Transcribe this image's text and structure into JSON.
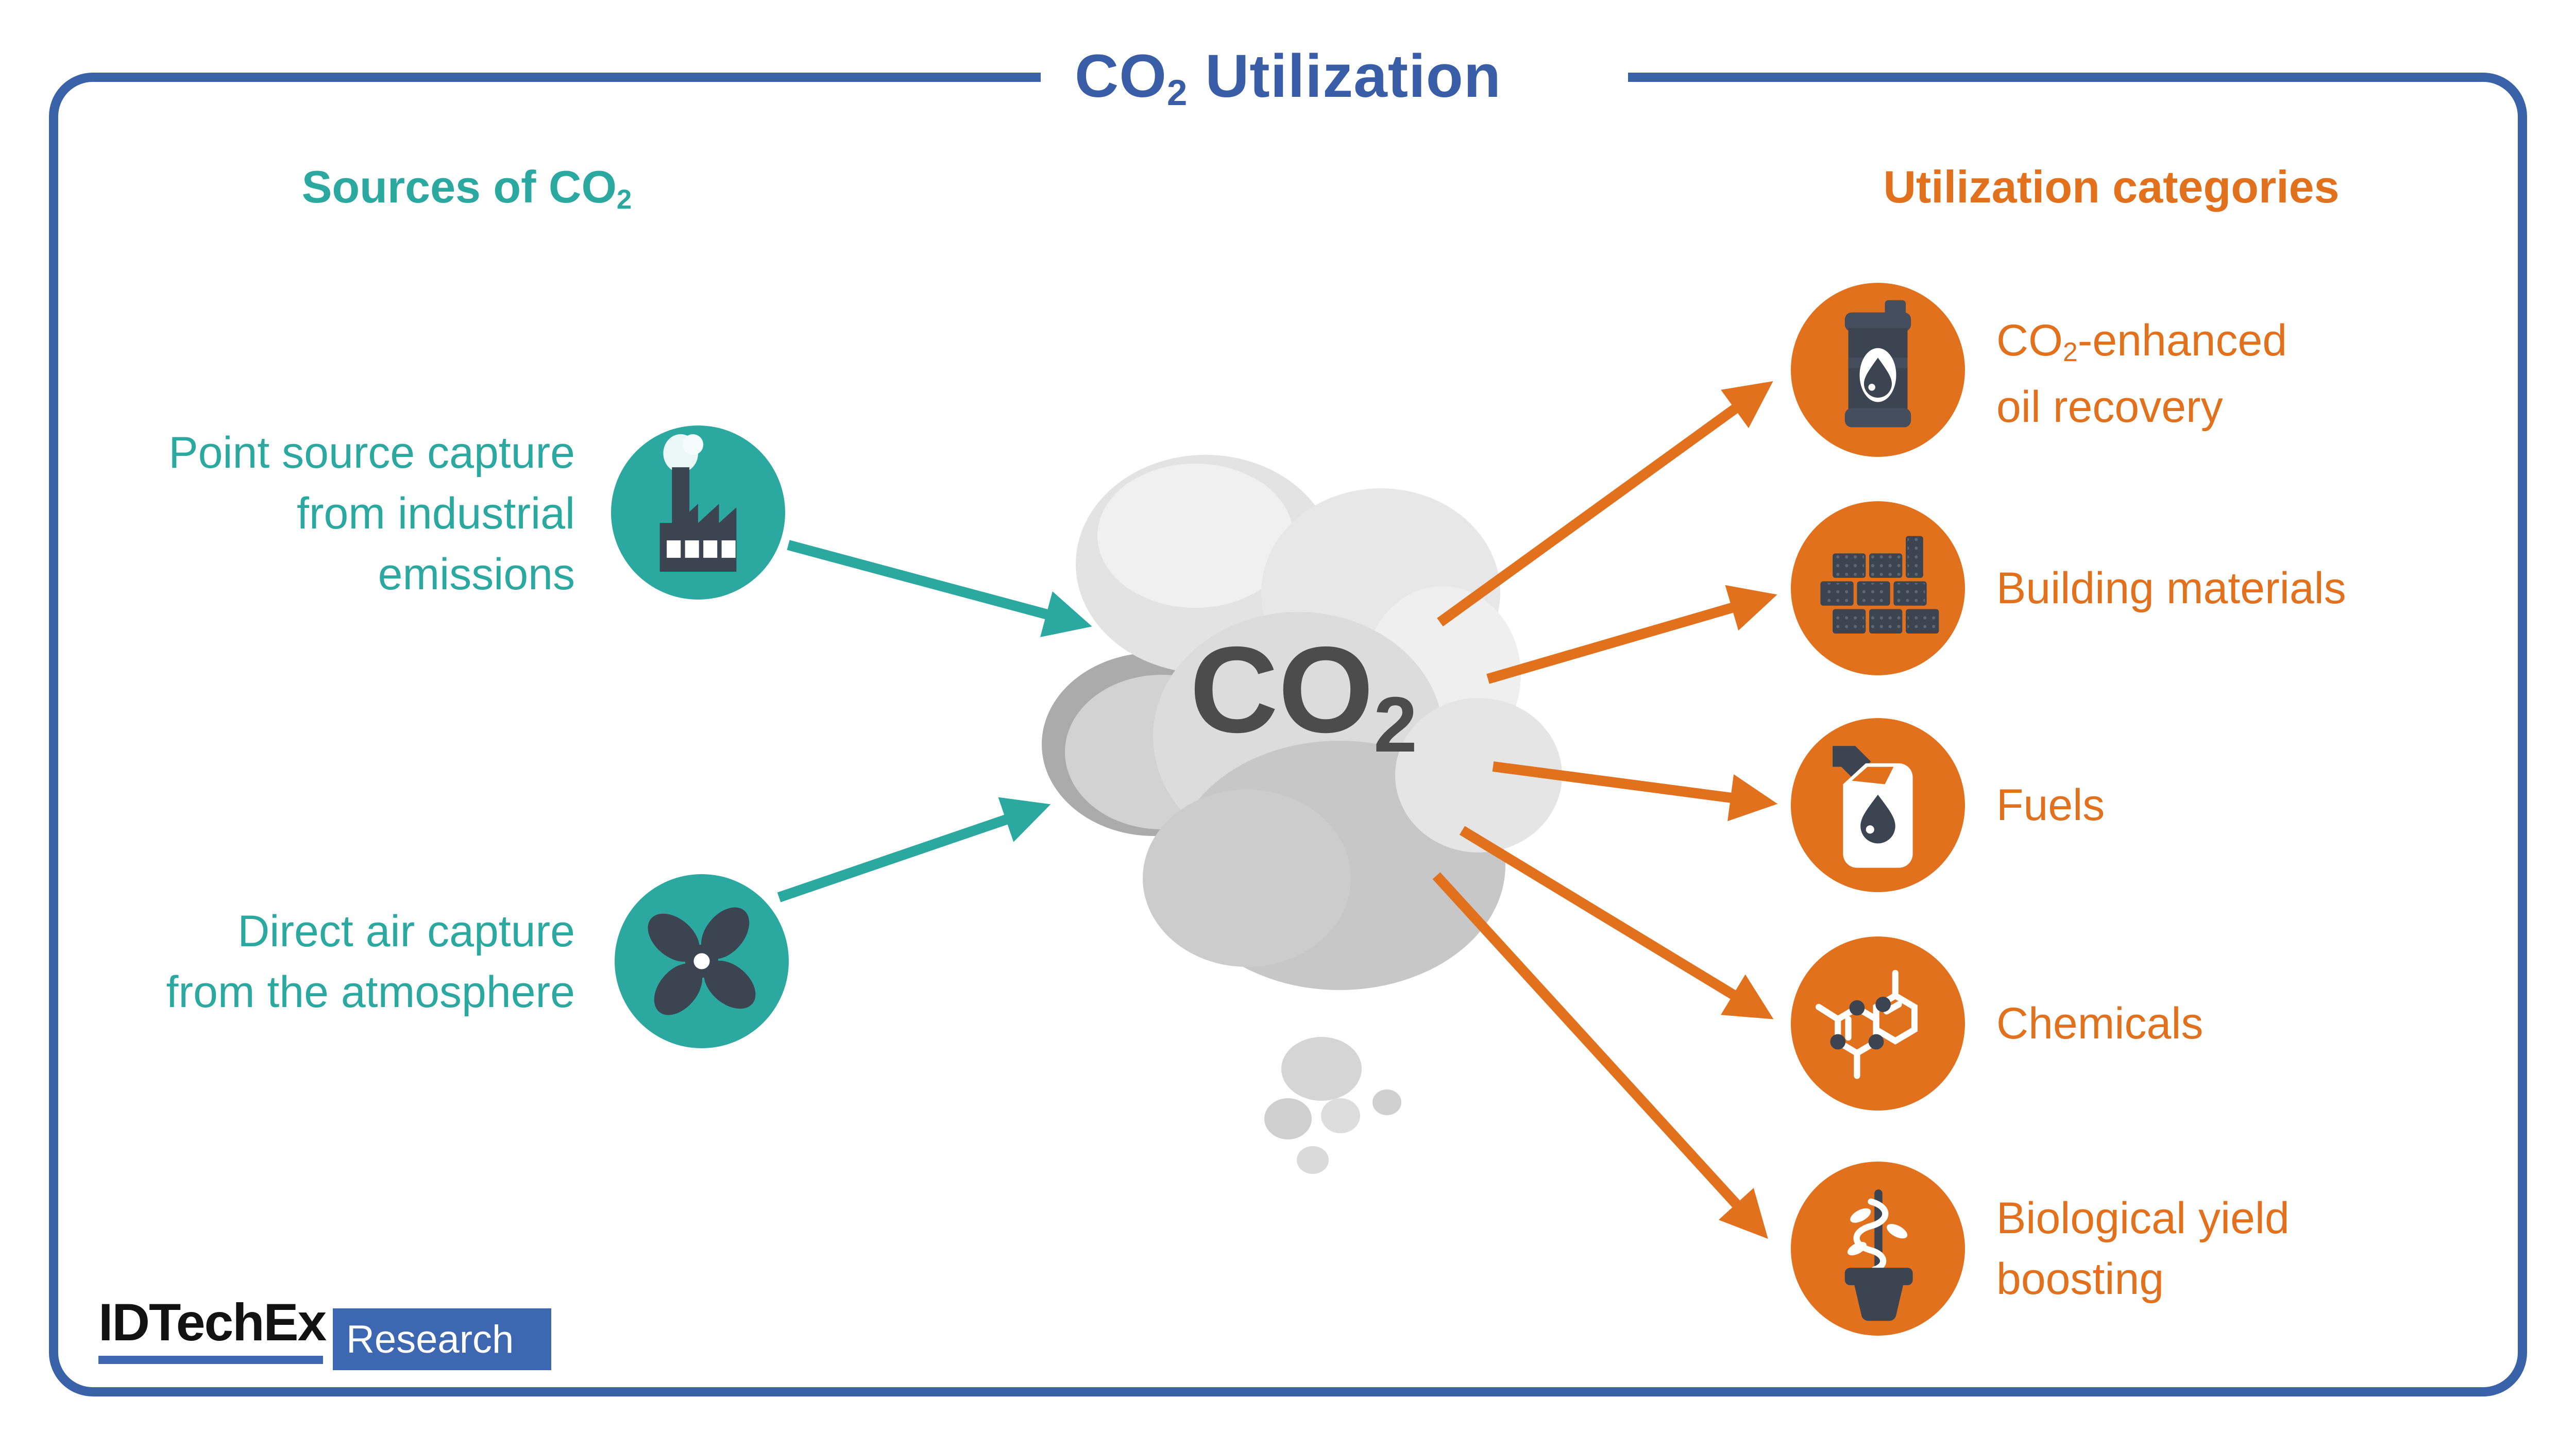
{
  "title": {
    "pre": "CO",
    "sub": "2",
    "post": " Utilization"
  },
  "sources": {
    "heading_pre": "Sources of CO",
    "heading_sub": "2",
    "items": [
      {
        "line1": "Point source capture",
        "line2": "from industrial",
        "line3": "emissions",
        "icon": "factory-icon"
      },
      {
        "line1": "Direct air capture",
        "line2": "from the atmosphere",
        "icon": "fan-icon"
      }
    ]
  },
  "cloud": {
    "label_pre": "CO",
    "label_sub": "2"
  },
  "utilization": {
    "heading": "Utilization categories",
    "items": [
      {
        "line1_pre": "CO",
        "line1_sub": "2",
        "line1_post": "-enhanced",
        "line2": "oil recovery",
        "icon": "oil-barrel-icon"
      },
      {
        "line1": "Building materials",
        "icon": "bricks-icon"
      },
      {
        "line1": "Fuels",
        "icon": "fuel-can-icon"
      },
      {
        "line1": "Chemicals",
        "icon": "molecule-icon"
      },
      {
        "line1": "Biological yield",
        "line2": "boosting",
        "icon": "plant-icon"
      }
    ]
  },
  "branding": {
    "name": "IDTechEx",
    "division": "Research"
  },
  "colors": {
    "teal": "#2BA9A1",
    "orange": "#E2711D",
    "title_blue": "#3A5DA8",
    "border_blue": "#3A62A8",
    "logo_blue": "#3D67B1",
    "icon_dark": "#3B4450",
    "cloud_text_gray": "#4C4C4C"
  }
}
